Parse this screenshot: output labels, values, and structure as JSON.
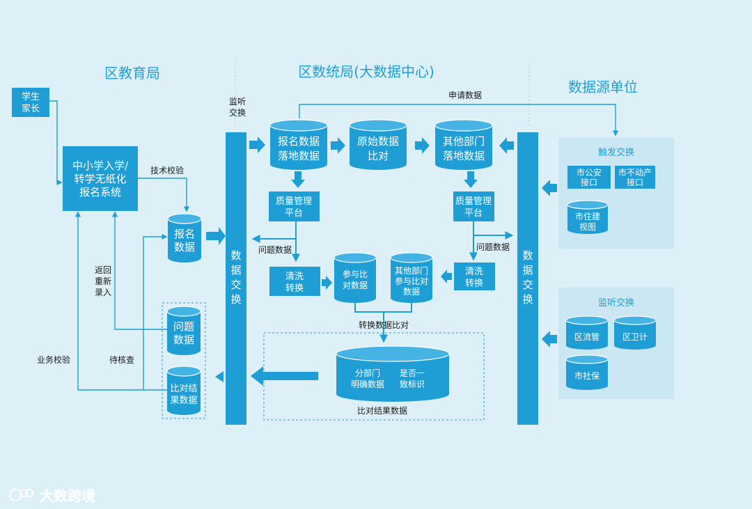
{
  "titles": {
    "left": "区教育局",
    "middle": "区数统局(大数据中心)",
    "right": "数据源单位"
  },
  "nodes": {
    "student_parent": [
      "学生",
      "家长"
    ],
    "system": [
      "中小学入学/",
      "转学无纸化",
      "报名系统"
    ],
    "signup_data": [
      "报名",
      "数据"
    ],
    "problem_data": [
      "问题",
      "数据"
    ],
    "compare_result": [
      "比对结",
      "果数据"
    ],
    "exchange_left": [
      "数",
      "据",
      "交",
      "换"
    ],
    "exchange_right": [
      "数",
      "据",
      "交",
      "换"
    ],
    "landing_signup": [
      "报名数据",
      "落地数据"
    ],
    "raw_compare": [
      "原始数据",
      "比对"
    ],
    "landing_other": [
      "其他部门",
      "落地数据"
    ],
    "qm_left": [
      "质量管理",
      "平台"
    ],
    "qm_right": [
      "质量管理",
      "平台"
    ],
    "clean_left": [
      "清洗",
      "转换"
    ],
    "clean_right": [
      "清洗",
      "转换"
    ],
    "compare_data": [
      "参与比",
      "对数据"
    ],
    "other_compare": [
      "其他部门",
      "参与比对",
      "数据"
    ],
    "result_db_a": [
      "分部门",
      "明确数据"
    ],
    "result_db_b": [
      "是否一",
      "致标识"
    ],
    "trigger_title": "触发交换",
    "city_police": [
      "市公安",
      "接口"
    ],
    "city_property": [
      "市不动产",
      "接口"
    ],
    "city_housing": [
      "市住建",
      "视图"
    ],
    "listen_title": "监听交换",
    "district_flow": "区流管",
    "district_health": "区卫计",
    "city_social": "市社保"
  },
  "labels": {
    "listen_exchange": [
      "监听",
      "交换"
    ],
    "apply_data": "申请数据",
    "tech_check": "技术校验",
    "return_reentry": [
      "返回",
      "重新",
      "录入"
    ],
    "business_check": "业务校验",
    "pending_check": "待核查",
    "problem_data_left": "问题数据",
    "problem_data_right": "问题数据",
    "convert_compare": "转换数据比对",
    "result_caption": "比对结果数据"
  },
  "watermark": "大数跨境",
  "colors": {
    "accent": "#1f9ed6",
    "background": "#ddf0f7",
    "panel": "#cbe7f3"
  }
}
